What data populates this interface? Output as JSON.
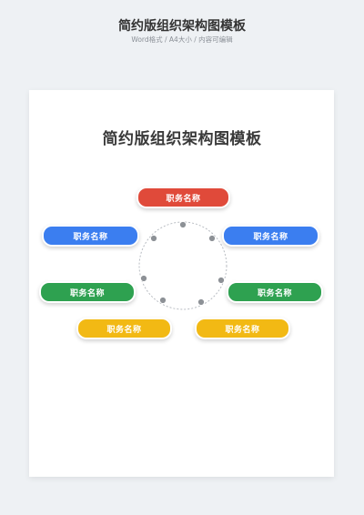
{
  "banner": {
    "title": "简约版组织架构图模板",
    "subtitle": "Word格式 / A4大小 / 内容可编辑"
  },
  "sheet": {
    "title": "简约版组织架构图模板"
  },
  "colors": {
    "red": "#e04a3a",
    "blue": "#3b7ef0",
    "green": "#2ea150",
    "yellow": "#f2b914"
  },
  "nodes": [
    {
      "id": "top",
      "label": "职务名称",
      "color": "red"
    },
    {
      "id": "left-upper",
      "label": "职务名称",
      "color": "blue"
    },
    {
      "id": "right-upper",
      "label": "职务名称",
      "color": "blue"
    },
    {
      "id": "left-middle",
      "label": "职务名称",
      "color": "green"
    },
    {
      "id": "right-middle",
      "label": "职务名称",
      "color": "green"
    },
    {
      "id": "left-lower",
      "label": "职务名称",
      "color": "yellow"
    },
    {
      "id": "right-lower",
      "label": "职务名称",
      "color": "yellow"
    }
  ]
}
